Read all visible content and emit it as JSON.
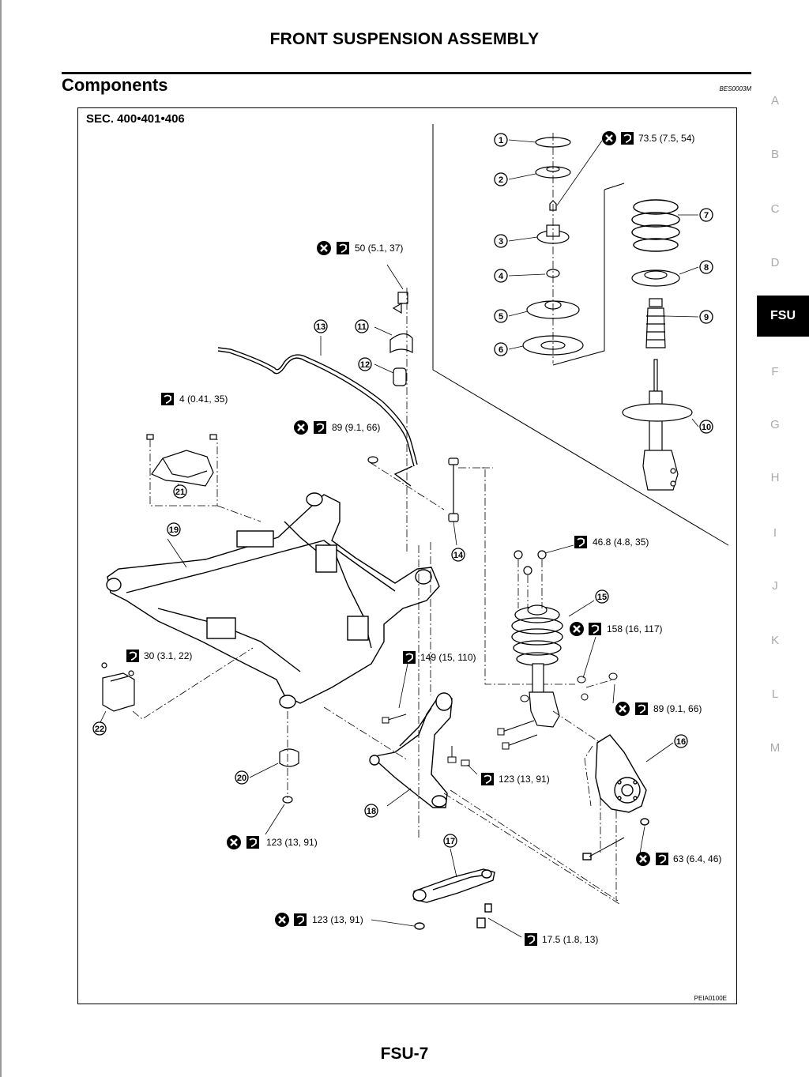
{
  "header": {
    "title": "FRONT SUSPENSION ASSEMBLY"
  },
  "section": {
    "title": "Components",
    "ref_code": "BES0003M"
  },
  "side_index": {
    "letters": [
      "A",
      "B",
      "C",
      "D",
      "F",
      "G",
      "H",
      "I",
      "J",
      "K",
      "L",
      "M"
    ],
    "active_tab": "FSU"
  },
  "diagram": {
    "section_label": "SEC. 400•401•406",
    "figure_code": "PEIA0100E",
    "callouts": [
      "1",
      "2",
      "3",
      "4",
      "5",
      "6",
      "7",
      "8",
      "9",
      "10",
      "11",
      "12",
      "13",
      "14",
      "15",
      "16",
      "17",
      "18",
      "19",
      "20",
      "21",
      "22"
    ],
    "torques": [
      "73.5 (7.5, 54)",
      "50 (5.1, 37)",
      "4 (0.41, 35)",
      "89 (9.1, 66)",
      "46.8 (4.8, 35)",
      "158 (16, 117)",
      "30 (3.1, 22)",
      "149 (15, 110)",
      "89 (9.1, 66)",
      "123 (13, 91)",
      "123 (13, 91)",
      "63 (6.4, 46)",
      "123 (13, 91)",
      "17.5 (1.8, 13)"
    ]
  },
  "footer": {
    "page_number": "FSU-7"
  }
}
